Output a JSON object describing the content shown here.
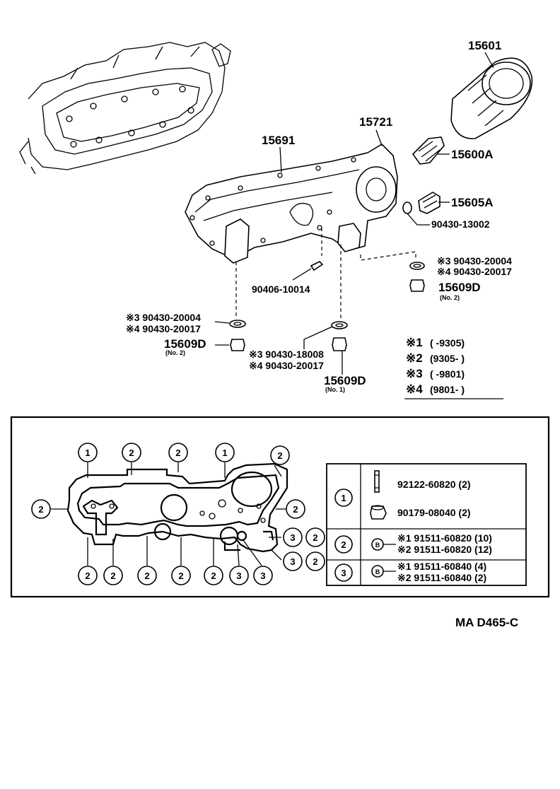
{
  "diagram_code": "MA D465-C",
  "labels": {
    "filter": "15601",
    "cooler_cover": "15721",
    "cover_gasket": "15691",
    "relief_valve": "15600A",
    "union": "15605A",
    "union_gasket": "90430-13002",
    "pin": "90406-10014",
    "gasket_r_3": "※3 90430-20004",
    "gasket_r_4": "※4 90430-20017",
    "plug_r": "15609D",
    "plug_r_note": "(No. 2)",
    "gasket_l_3": "※3 90430-20004",
    "gasket_l_4": "※4 90430-20017",
    "plug_l": "15609D",
    "plug_l_note": "(No. 2)",
    "gasket_c_3": "※3 90430-18008",
    "gasket_c_4": "※4 90430-20017",
    "plug_c": "15609D",
    "plug_c_note": "(No. 1)"
  },
  "date_legend": [
    {
      "mark": "※1",
      "range": "(      -9305)"
    },
    {
      "mark": "※2",
      "range": "(9305-      )"
    },
    {
      "mark": "※3",
      "range": "(      -9801)"
    },
    {
      "mark": "※4",
      "range": "(9801-      )"
    }
  ],
  "fastener_table": {
    "row1": {
      "key": "1",
      "parts": [
        "92122-60820 (2)",
        "90179-08040 (2)"
      ]
    },
    "row2": {
      "key": "2",
      "badge": "B",
      "parts": [
        "※1 91511-60820 (10)",
        "※2 91511-60820 (12)"
      ]
    },
    "row3": {
      "key": "3",
      "badge": "B",
      "parts": [
        "※1 91511-60840 (4)",
        "※2 91511-60840 (2)"
      ]
    }
  },
  "bolt_markers": {
    "one": "1",
    "two": "2",
    "three": "3"
  }
}
